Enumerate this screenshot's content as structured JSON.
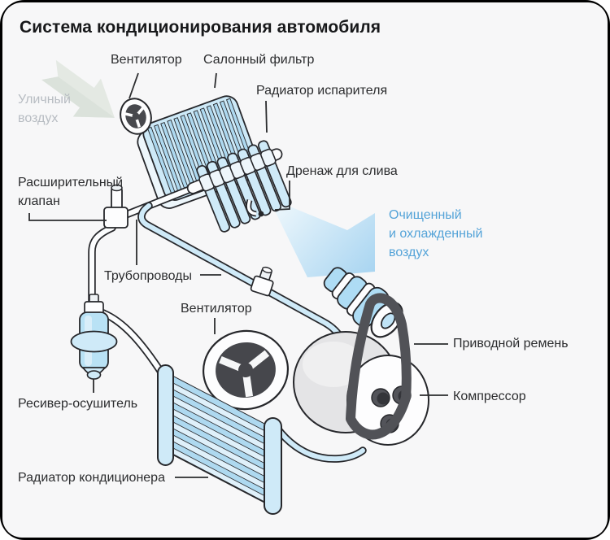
{
  "title": "Система кондиционирования автомобиля",
  "labels": {
    "fan_top": "Вентилятор",
    "cabin_filter": "Салонный фильтр",
    "evaporator": "Радиатор испарителя",
    "outdoor_air": "Уличный\nвоздух",
    "expansion_valve": "Расширительный\nклапан",
    "drain": "Дренаж для слива",
    "clean_air": "Очищенный\nи охлажденный\nвоздух",
    "pipes": "Трубопроводы",
    "fan_bottom": "Вентилятор",
    "drive_belt": "Приводной ремень",
    "compressor": "Компрессор",
    "receiver_dryer": "Ресивер-осушитель",
    "condenser": "Радиатор кондиционера"
  },
  "colors": {
    "accent_text": "#54a3d8",
    "muted_text": "#b7bcc2",
    "label_text": "#2b2c2e",
    "outline": "#26272b",
    "component_blue": "#cfeaf8",
    "pleat_blue": "#aed9f0",
    "arrow_blue": "#a9d5f1",
    "arrow_gray": "#e4e9e3",
    "card_bg": "#f7f7f8"
  }
}
